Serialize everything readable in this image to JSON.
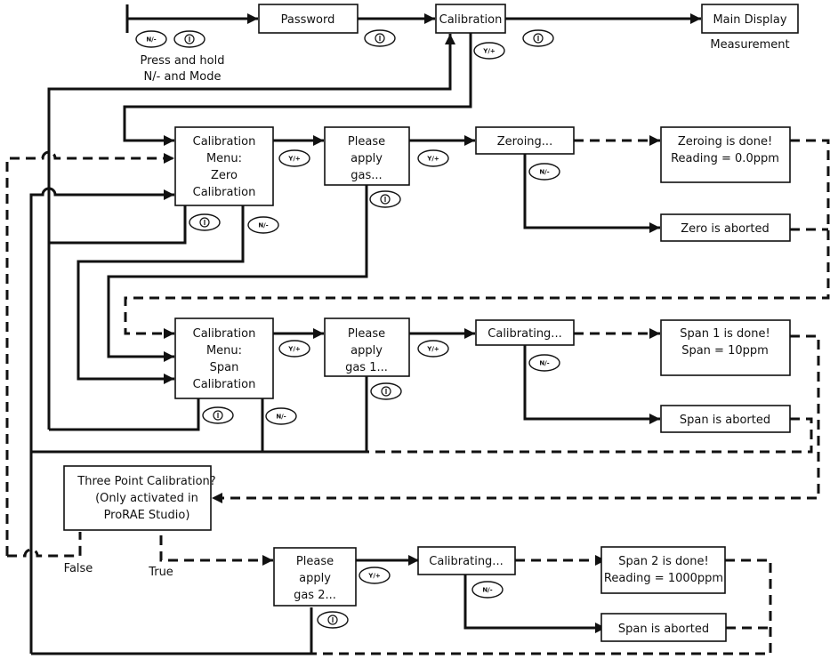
{
  "nodes": {
    "password": [
      "Password"
    ],
    "calibration": [
      "Calibration"
    ],
    "main_display": [
      "Main Display"
    ],
    "zero_menu": [
      "Calibration",
      "Menu:",
      "Zero",
      "Calibration"
    ],
    "apply_gas": [
      "Please",
      "apply",
      "gas..."
    ],
    "zeroing": [
      "Zeroing..."
    ],
    "zero_done": [
      "Zeroing is done!",
      "Reading = 0.0ppm"
    ],
    "zero_aborted": [
      "Zero is aborted"
    ],
    "span_menu": [
      "Calibration",
      "Menu:",
      "Span",
      "Calibration"
    ],
    "apply_gas1": [
      "Please",
      "apply",
      "gas 1..."
    ],
    "calibrating1": [
      "Calibrating..."
    ],
    "span1_done": [
      "Span 1 is done!",
      "Span = 10ppm"
    ],
    "span_aborted1": [
      "Span is aborted"
    ],
    "three_point": [
      "Three Point Calibration?",
      "(Only activated in",
      "ProRAE Studio)"
    ],
    "apply_gas2": [
      "Please",
      "apply",
      "gas 2..."
    ],
    "calibrating2": [
      "Calibrating..."
    ],
    "span2_done": [
      "Span 2 is done!",
      "Reading = 1000ppm"
    ],
    "span_aborted2": [
      "Span is aborted"
    ]
  },
  "labels": {
    "press_hold": [
      "Press and hold",
      "N/- and Mode"
    ],
    "measurement": "Measurement",
    "false": "False",
    "true": "True"
  },
  "buttons": {
    "no": "N/-",
    "yes": "Y/+",
    "mode_icon": "mode-power-button-icon"
  }
}
